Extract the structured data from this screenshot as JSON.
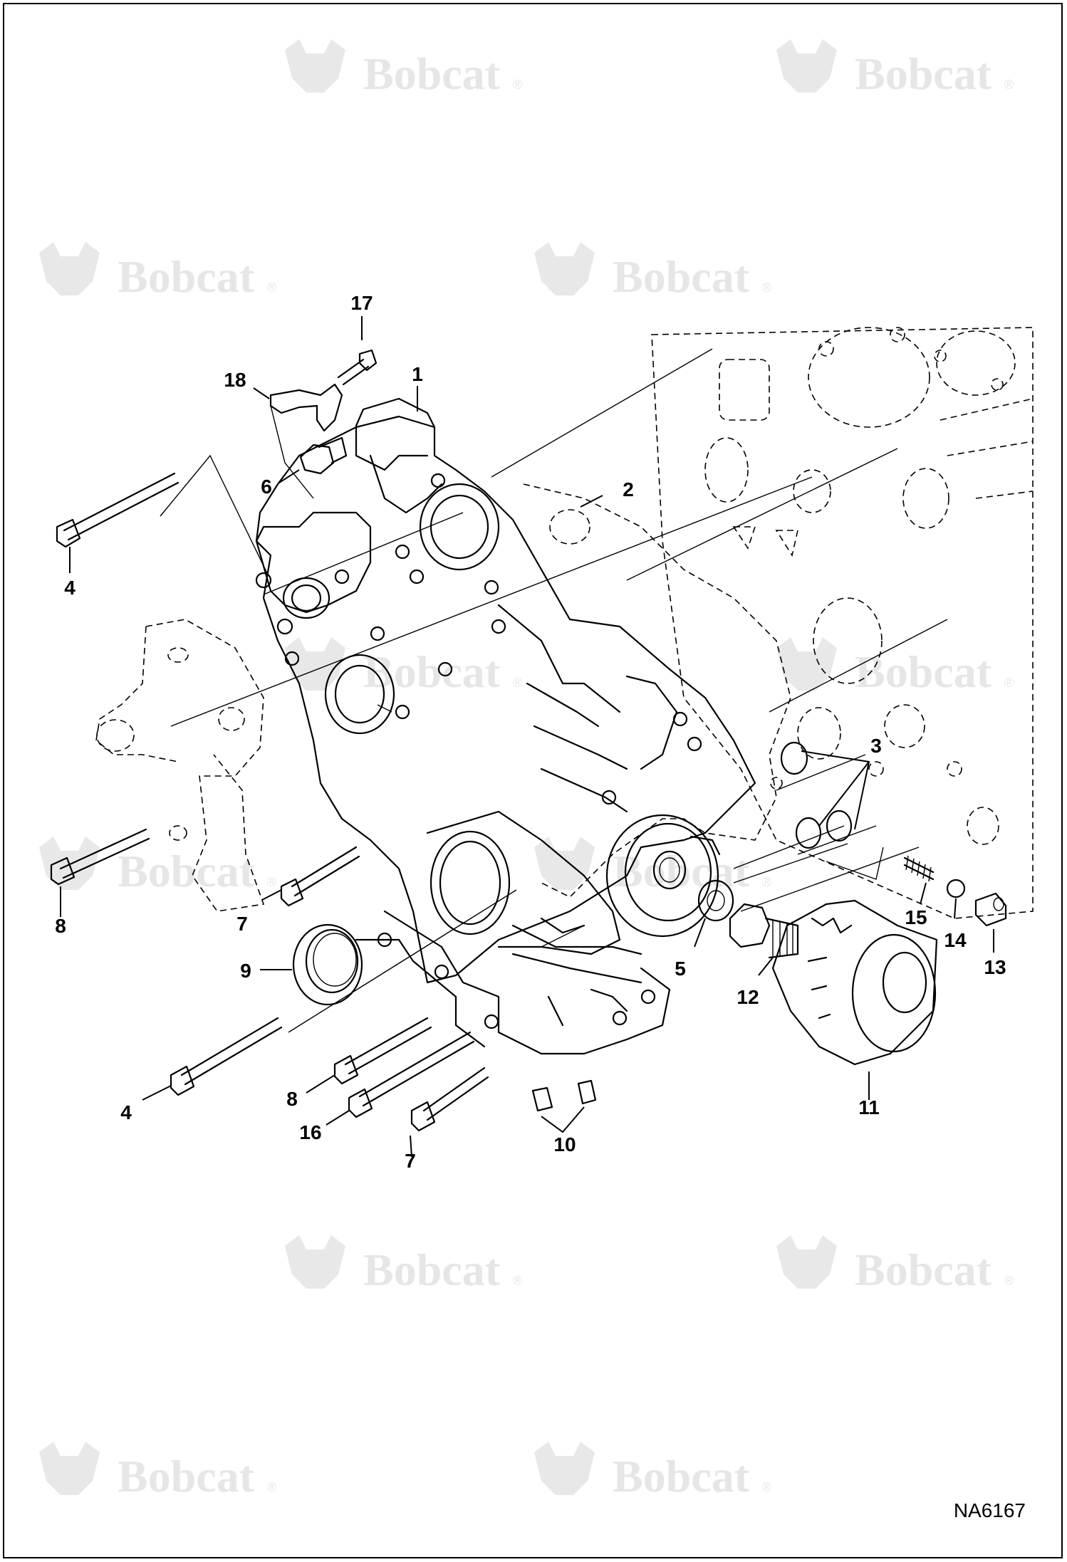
{
  "watermark": {
    "brand": "Bobcat",
    "registered_mark": "®"
  },
  "drawing_number": "NA6167",
  "callouts": [
    "1",
    "2",
    "3",
    "4",
    "4",
    "5",
    "6",
    "7",
    "7",
    "8",
    "8",
    "9",
    "10",
    "11",
    "12",
    "13",
    "14",
    "15",
    "16",
    "17",
    "18"
  ]
}
